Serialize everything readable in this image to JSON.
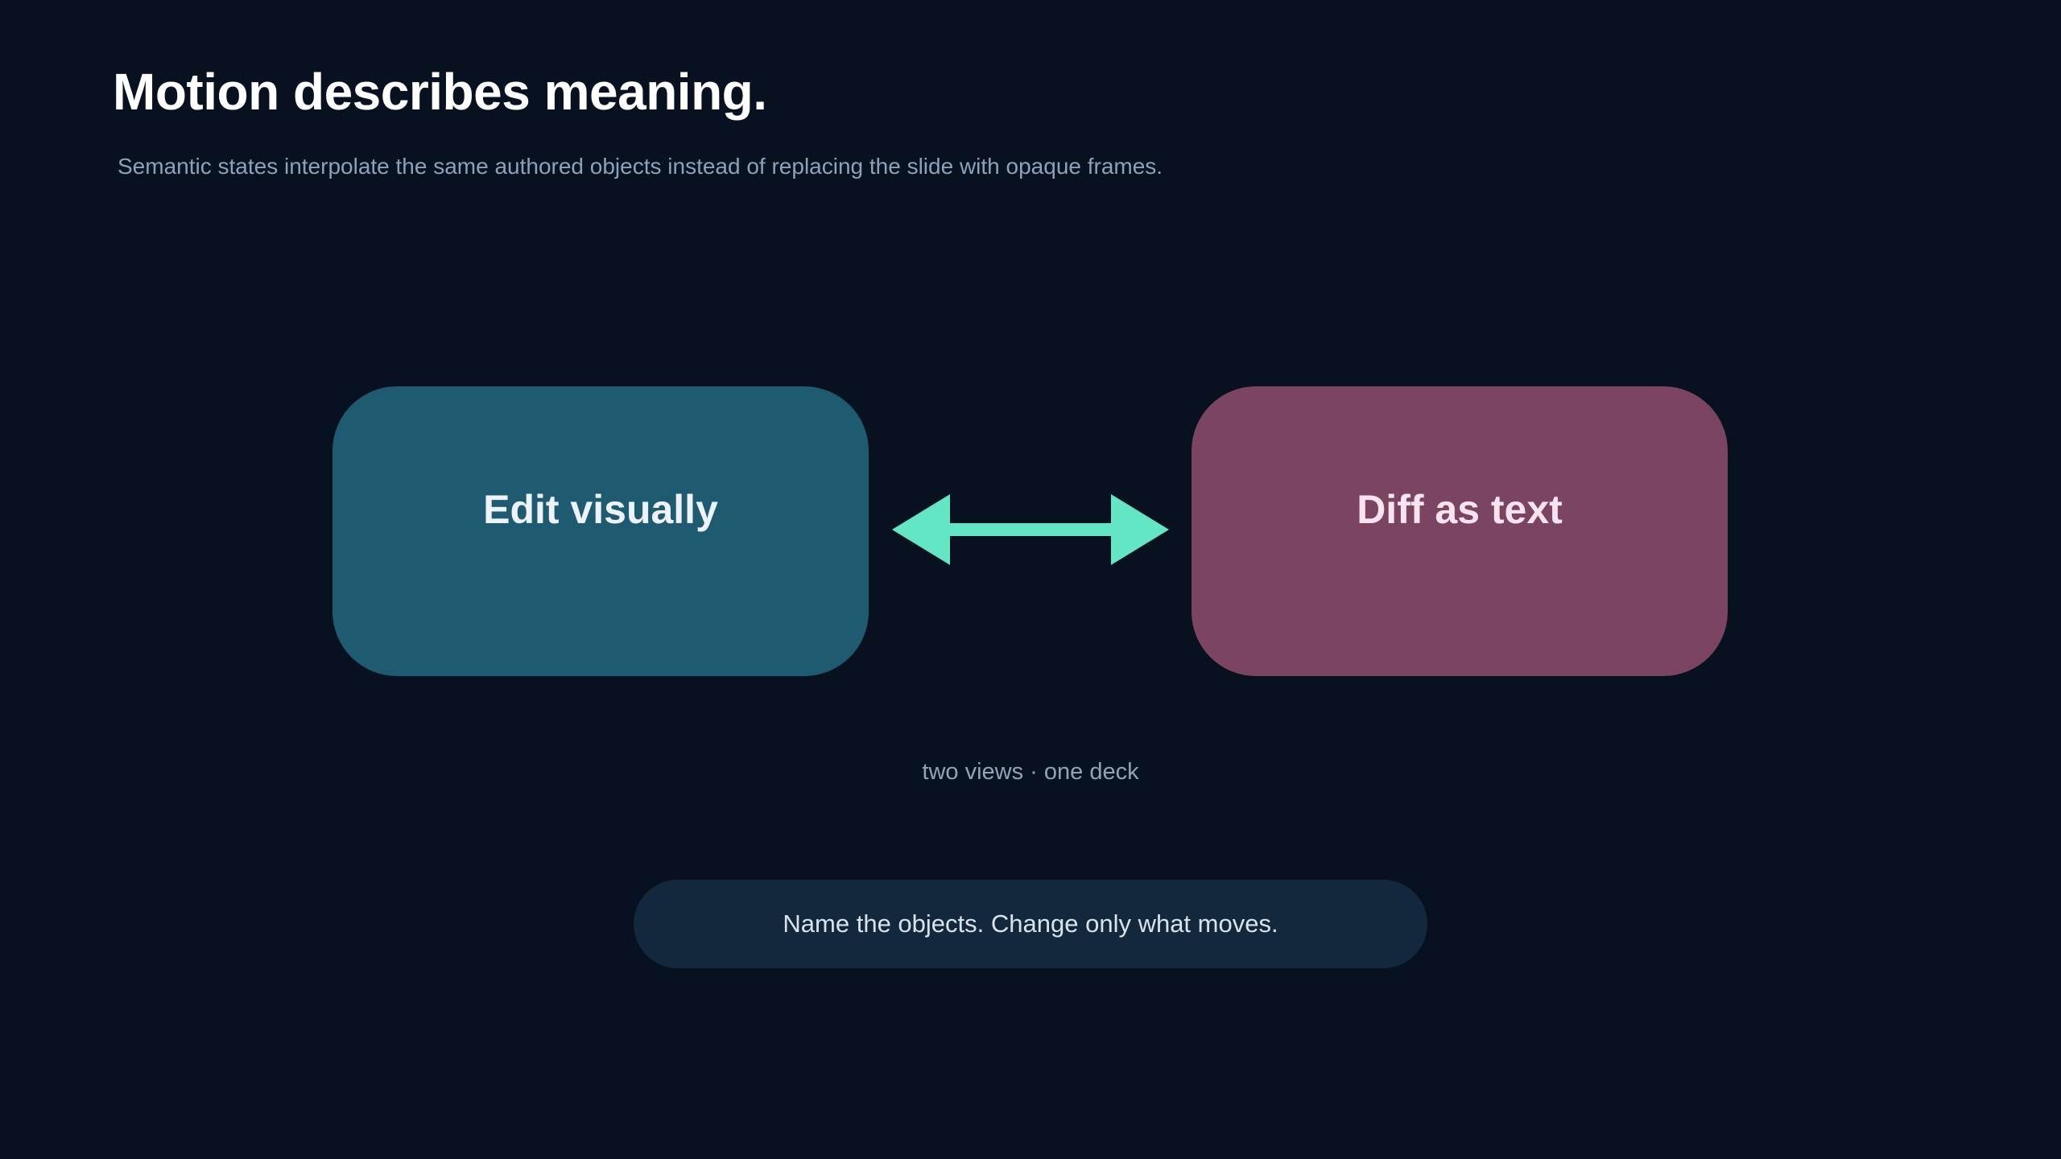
{
  "slide": {
    "title": "Motion describes meaning.",
    "subtitle": "Semantic states interpolate the same authored objects instead of replacing the slide with opaque frames."
  },
  "diagram": {
    "left_node": {
      "label": "Edit visually",
      "color": "#1f5b70"
    },
    "right_node": {
      "label": "Diff as text",
      "color": "#7b4461"
    },
    "connector": {
      "type": "bidirectional-arrow",
      "color": "#63e6c3"
    },
    "caption": "two views · one deck"
  },
  "callout": {
    "text": "Name the objects. Change only what moves."
  },
  "colors": {
    "background": "#081120",
    "title": "#ffffff",
    "subtitle": "#8da1b8",
    "callout_bg": "#14283d"
  }
}
